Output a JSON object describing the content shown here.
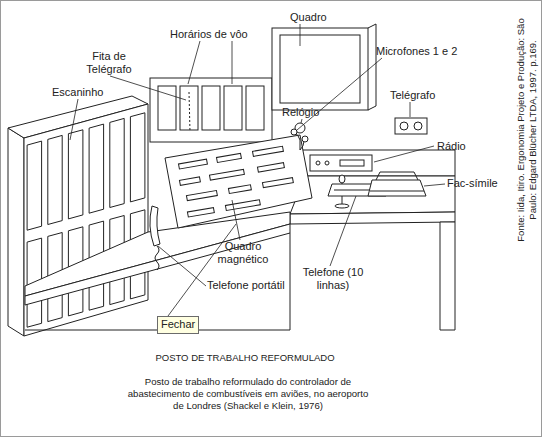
{
  "diagram": {
    "title": "POSTO DE TRABALHO REFORMULADO",
    "caption": "Posto de trabalho reformulado do controlador de abastecimento de combustíveis em aviões, no aeroporto de Londres (Shackel e Klein, 1976)",
    "nodes": [
      {
        "text": [
          "Fechar"
        ]
      }
    ],
    "labels": [
      "Quadro",
      "Horários de vôo",
      "Microfones 1 e 2",
      "Fita de Telégrafo",
      "Escaninho",
      "Telégrafo",
      "Relógio",
      "Rádio",
      "Fac-símile",
      "Quadro magnético",
      "Telefone portátil",
      "Telefone (10 linhas)",
      "Fonte: Iida, Itiro. Ergonomia Projeto e Produção: São Paulo: Edgard Blücher LTDA, 1997. p.169."
    ]
  }
}
